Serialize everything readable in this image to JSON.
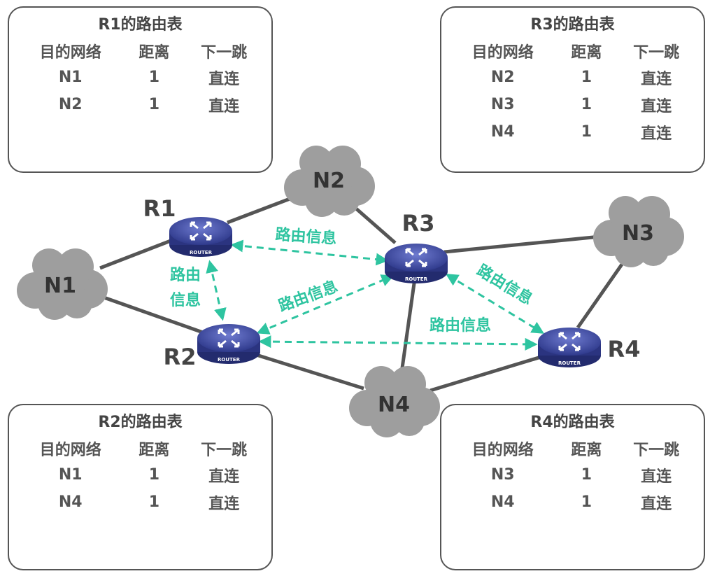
{
  "columns": [
    "目的网络",
    "距离",
    "下一跳"
  ],
  "tables": [
    {
      "title": "R1的路由表",
      "rows": [
        [
          "N1",
          "1",
          "直连"
        ],
        [
          "N2",
          "1",
          "直连"
        ]
      ]
    },
    {
      "title": "R3的路由表",
      "rows": [
        [
          "N2",
          "1",
          "直连"
        ],
        [
          "N3",
          "1",
          "直连"
        ],
        [
          "N4",
          "1",
          "直连"
        ]
      ]
    },
    {
      "title": "R2的路由表",
      "rows": [
        [
          "N1",
          "1",
          "直连"
        ],
        [
          "N4",
          "1",
          "直连"
        ]
      ]
    },
    {
      "title": "R4的路由表",
      "rows": [
        [
          "N3",
          "1",
          "直连"
        ],
        [
          "N4",
          "1",
          "直连"
        ]
      ]
    }
  ],
  "networks": {
    "n1": "N1",
    "n2": "N2",
    "n3": "N3",
    "n4": "N4"
  },
  "routers": {
    "r1": "R1",
    "r2": "R2",
    "r3": "R3",
    "r4": "R4",
    "device_text": "ROUTER"
  },
  "messages": {
    "r1_r3": "路由信息",
    "r1_r2_line1": "路由",
    "r1_r2_line2": "信息",
    "r2_r3": "路由信息",
    "r3_r4": "路由信息",
    "r2_r4": "路由信息"
  },
  "colors": {
    "arrow": "#2ec4a0",
    "link": "#555555",
    "cloud": "#9e9e9e",
    "router": "#3e4aa0"
  }
}
